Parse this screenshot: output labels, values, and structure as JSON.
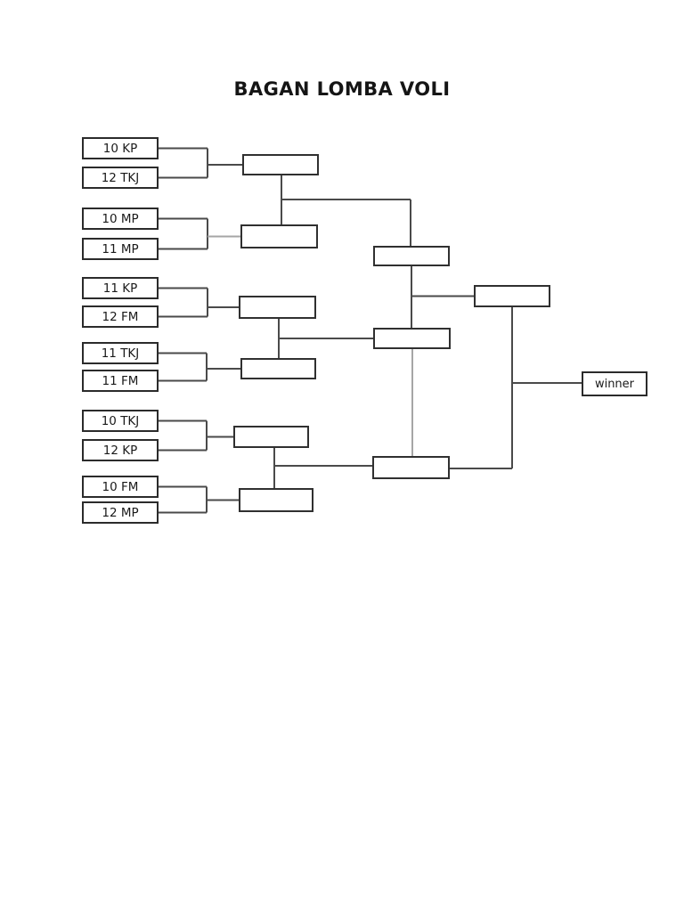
{
  "title": "BAGAN LOMBA VOLI",
  "winner_label": "winner",
  "bracket": {
    "round1_matches": [
      {
        "top": "10 KP",
        "bottom": "12 TKJ"
      },
      {
        "top": "10 MP",
        "bottom": "11 MP"
      },
      {
        "top": "11 KP",
        "bottom": "12 FM"
      },
      {
        "top": "11 TKJ",
        "bottom": "11 FM"
      },
      {
        "top": "10 TKJ",
        "bottom": "12 KP"
      },
      {
        "top": "10 FM",
        "bottom": "12 MP"
      }
    ],
    "empty_slot_counts": {
      "round2": 6,
      "round3": 3,
      "final": 1
    }
  },
  "colors": {
    "page_background": "#ffffff",
    "box_border": "#2b2b2b",
    "connector": "#4a4a4a",
    "connector_muted": "#a6a6a6",
    "text": "#1a1a1a"
  }
}
